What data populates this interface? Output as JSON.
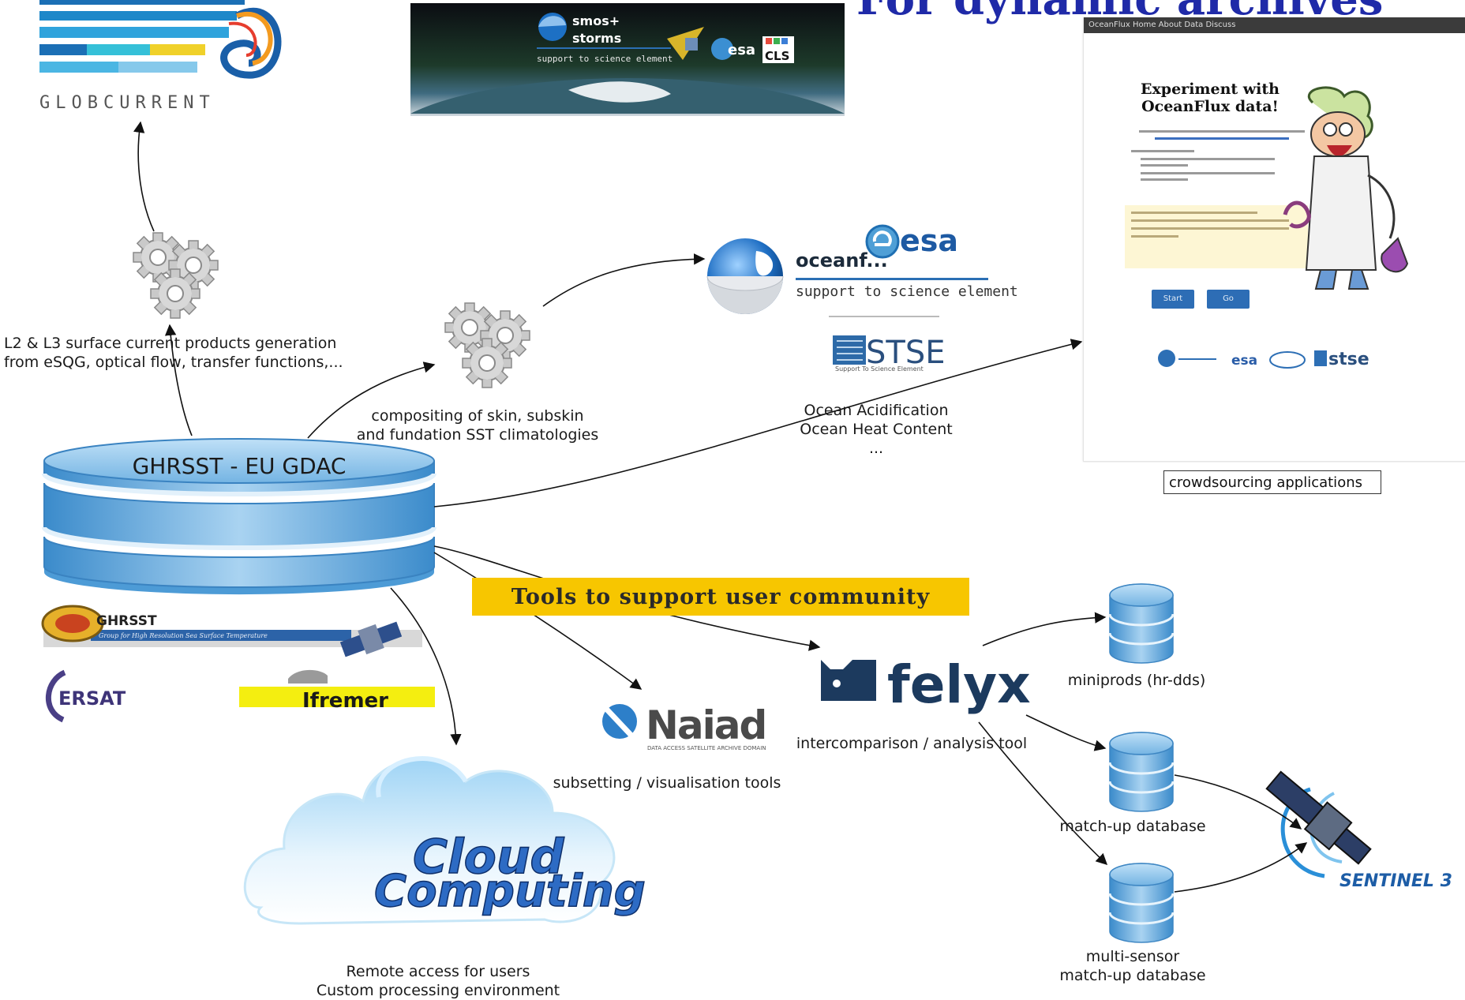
{
  "heading": "For dynamic archives",
  "globcurrent": {
    "logo_text": "GLOBCURRENT"
  },
  "smos_banner": {
    "title_line1": "smos+",
    "title_line2": "storms",
    "tagline": "support to science element",
    "esa": "esa",
    "cls": "CLS"
  },
  "oceanflux": {
    "brand": "oceanf...",
    "esa": "esa",
    "tagline": "support to science element",
    "stse": "STSE",
    "stse_sub": "Support To Science Element"
  },
  "crowd_screenshot": {
    "title": "Experiment with OceanFlux data!",
    "topbar": "OceanFlux  Home  About  Data  Discuss",
    "button_1": "Start",
    "button_2": "Go",
    "footer_esa": "esa",
    "footer_stse": "stse"
  },
  "labels": {
    "l2l3": [
      "L2 & L3 surface current products generation",
      "from eSQG, optical flow, transfer functions,..."
    ],
    "compositing": [
      "compositing of skin, subskin",
      "and fundation SST climatologies"
    ],
    "ocean": [
      "Ocean Acidification",
      "Ocean Heat Content",
      "..."
    ],
    "crowdsourcing": "crowdsourcing applications",
    "ghrsst_db": "GHRSST - EU GDAC",
    "tools_banner": "Tools to support user community",
    "subsetting": "subsetting / visualisation tools",
    "intercomparison": "intercomparison / analysis tool",
    "miniprods": "miniprods (hr-dds)",
    "matchup": "match-up database",
    "multisensor": [
      "multi-sensor",
      "match-up database"
    ],
    "remote": [
      "Remote access for users",
      "Custom processing environment"
    ]
  },
  "logos": {
    "ghrsst": "GHRSST",
    "ghrsst_sub": "Group for High Resolution Sea Surface Temperature",
    "cersat": "ERSAT",
    "ifremer": "Ifremer",
    "naiad": "Naiad",
    "naiad_sub": "DATA ACCESS SATELLITE ARCHIVE DOMAIN",
    "felyx": "felyx",
    "cloud_line1": "Cloud",
    "cloud_line2": "Computing",
    "sentinel": "SENTINEL 3"
  },
  "colors": {
    "heading": "#1f2aa8",
    "banner": "#f7c600",
    "db_blue": "#4d9bd6",
    "felyx_blue": "#1c3a5e"
  }
}
